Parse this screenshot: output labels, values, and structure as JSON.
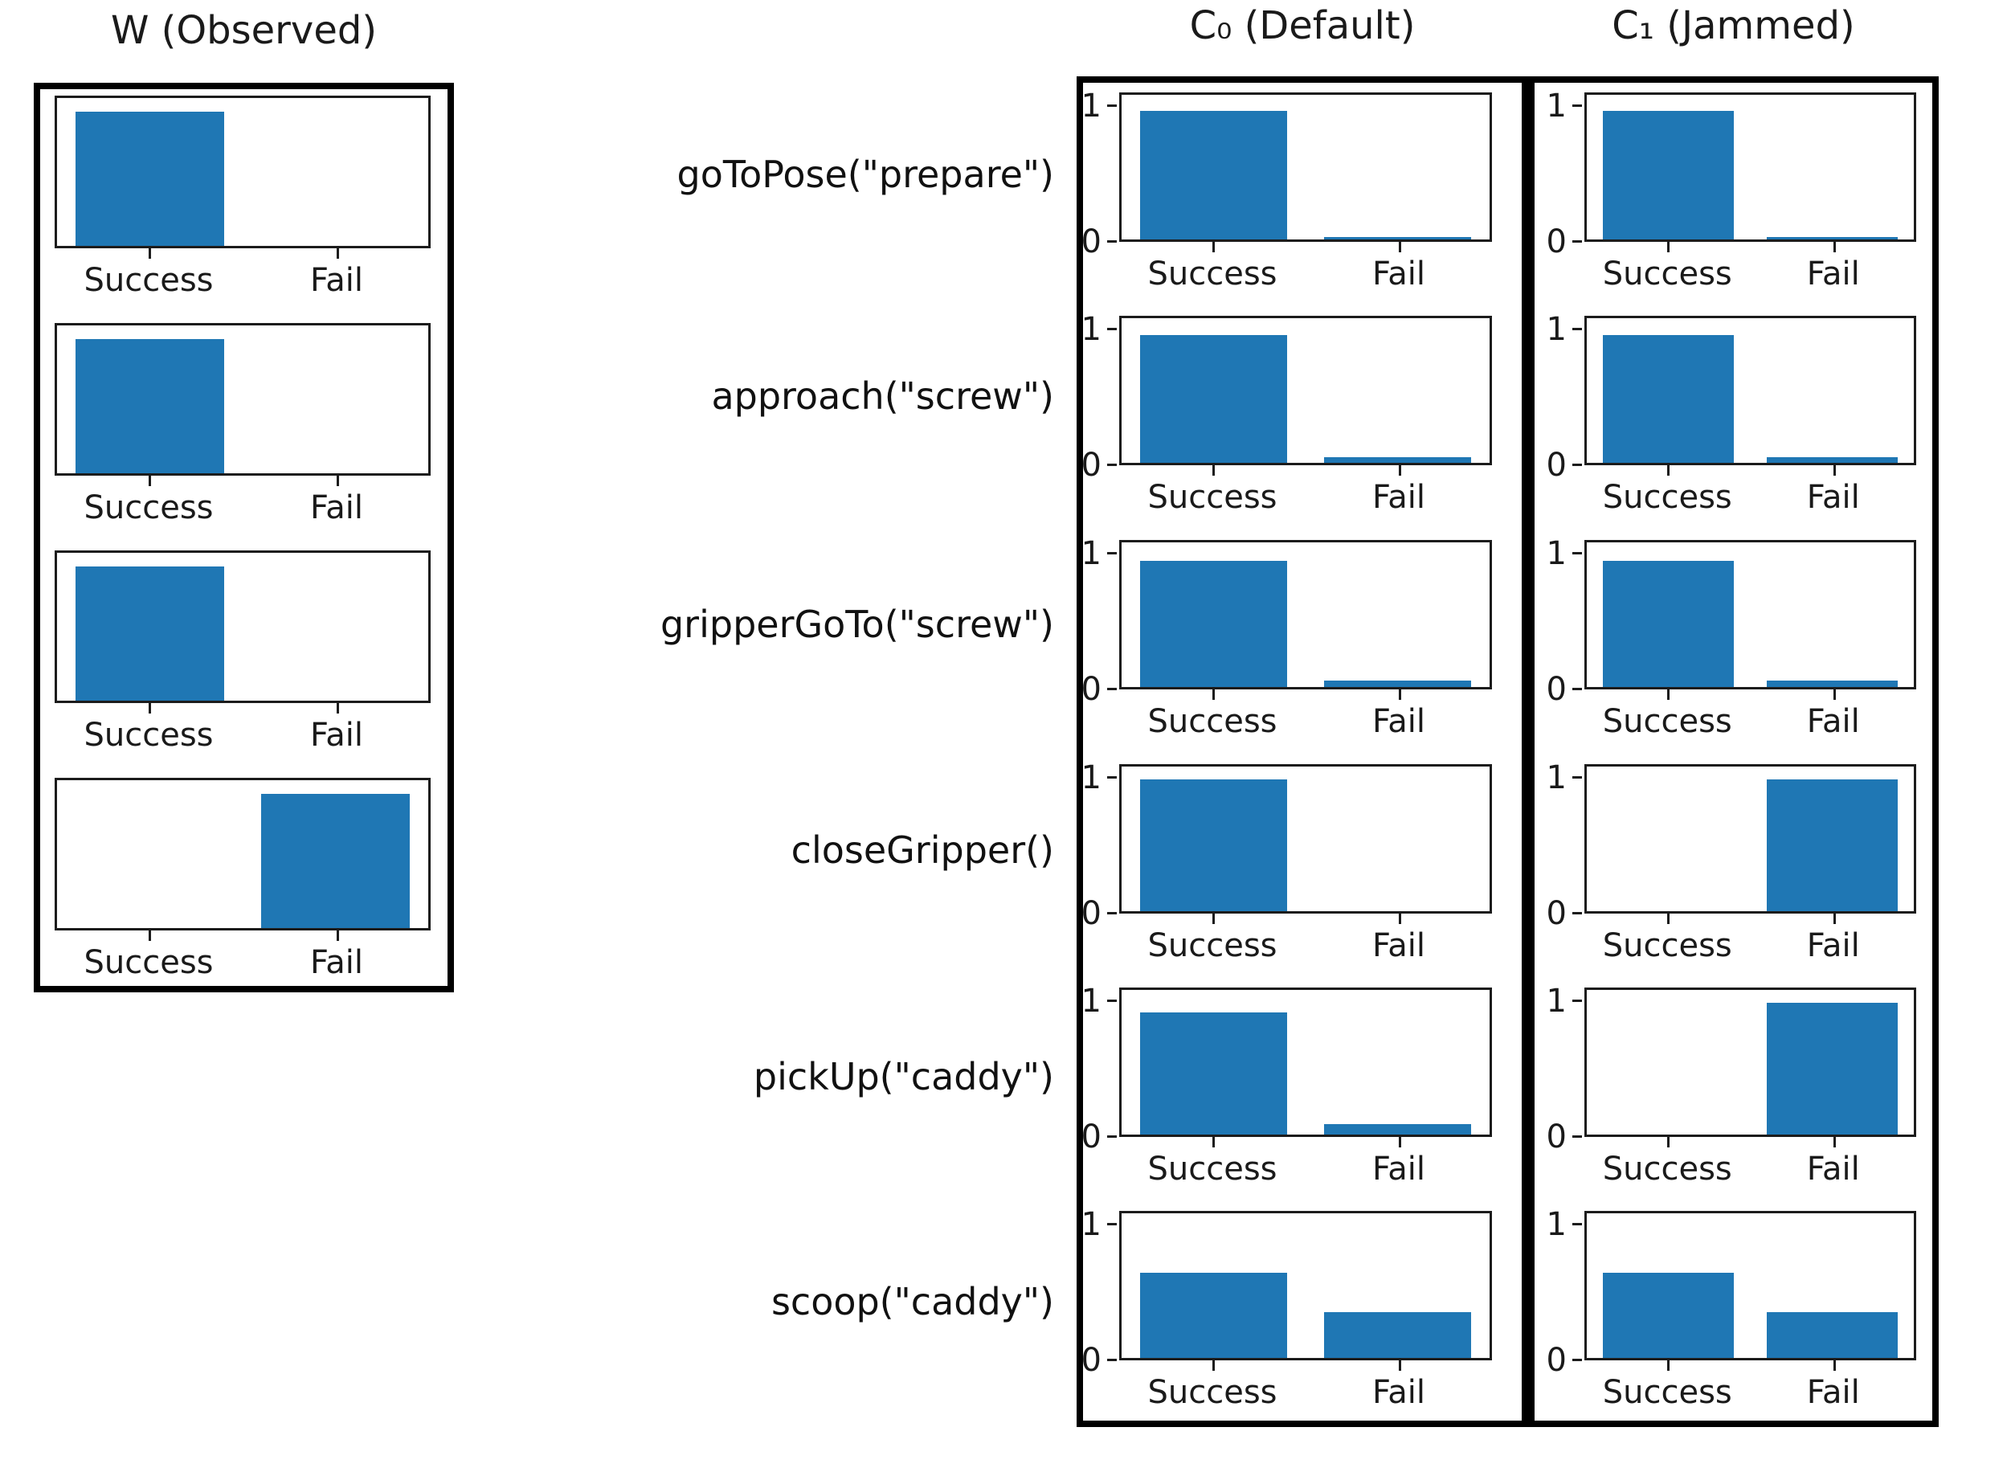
{
  "figure": {
    "bar_color": "#1f77b4",
    "action_labels": [
      "goToPose(\"prepare\")",
      "approach(\"screw\")",
      "gripperGoTo(\"screw\")",
      "closeGripper()",
      "pickUp(\"caddy\")",
      "scoop(\"caddy\")"
    ]
  },
  "chart_data": [
    {
      "type": "bar",
      "panel_title": "W (Observed)",
      "categories": [
        "Success",
        "Fail"
      ],
      "ylim": [
        0,
        1.1
      ],
      "grid": false,
      "y_tick_values": [],
      "y_tick_labels": [],
      "subplots": [
        {
          "label": "goToPose(\"prepare\")",
          "values": [
            1.0,
            0.0
          ]
        },
        {
          "label": "approach(\"screw\")",
          "values": [
            1.0,
            0.0
          ]
        },
        {
          "label": "gripperGoTo(\"screw\")",
          "values": [
            1.0,
            0.0
          ]
        },
        {
          "label": "closeGripper()",
          "values": [
            0.0,
            1.0
          ]
        }
      ]
    },
    {
      "type": "bar",
      "panel_title": "C₀ (Default)",
      "categories": [
        "Success",
        "Fail"
      ],
      "ylim": [
        0,
        1.1
      ],
      "grid": false,
      "y_tick_values": [
        1,
        0
      ],
      "y_tick_labels": [
        "1",
        "0"
      ],
      "subplots": [
        {
          "label": "goToPose(\"prepare\")",
          "values": [
            0.98,
            0.02
          ]
        },
        {
          "label": "approach(\"screw\")",
          "values": [
            0.97,
            0.04
          ]
        },
        {
          "label": "gripperGoTo(\"screw\")",
          "values": [
            0.96,
            0.05
          ]
        },
        {
          "label": "closeGripper()",
          "values": [
            1.0,
            0.0
          ]
        },
        {
          "label": "pickUp(\"caddy\")",
          "values": [
            0.93,
            0.08
          ]
        },
        {
          "label": "scoop(\"caddy\")",
          "values": [
            0.65,
            0.35
          ]
        }
      ]
    },
    {
      "type": "bar",
      "panel_title": "C₁ (Jammed)",
      "categories": [
        "Success",
        "Fail"
      ],
      "ylim": [
        0,
        1.1
      ],
      "grid": false,
      "y_tick_values": [
        1,
        0
      ],
      "y_tick_labels": [
        "1",
        "0"
      ],
      "subplots": [
        {
          "label": "goToPose(\"prepare\")",
          "values": [
            0.98,
            0.02
          ]
        },
        {
          "label": "approach(\"screw\")",
          "values": [
            0.97,
            0.04
          ]
        },
        {
          "label": "gripperGoTo(\"screw\")",
          "values": [
            0.96,
            0.05
          ]
        },
        {
          "label": "closeGripper()",
          "values": [
            0.0,
            1.0
          ]
        },
        {
          "label": "pickUp(\"caddy\")",
          "values": [
            0.0,
            1.0
          ]
        },
        {
          "label": "scoop(\"caddy\")",
          "values": [
            0.65,
            0.35
          ]
        }
      ]
    }
  ]
}
